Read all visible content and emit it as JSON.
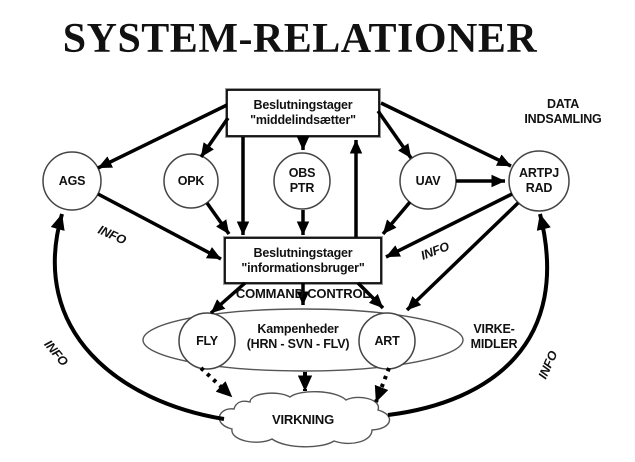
{
  "title": "SYSTEM-RELATIONER",
  "boxes": {
    "decision_maker_top": "Beslutningstager\n\"middelindsætter\"",
    "decision_maker_mid": "Beslutningstager\n\"informationsbruger\""
  },
  "sensors": {
    "ags": "AGS",
    "opk": "OPK",
    "obs_ptr": "OBS\nPTR",
    "uav": "UAV",
    "artpj_rad": "ARTPJ\nRAD"
  },
  "units": {
    "fly": "FLY",
    "art": "ART",
    "kampenheder": "Kampenheder\n(HRN - SVN - FLV)"
  },
  "effect": {
    "virkning": "VIRKNING"
  },
  "annotations": {
    "data_indsamling": "DATA\nINDSAMLING",
    "command_control": "COMMAND CONTROL",
    "virkemidler": "VIRKE-\nMIDLER",
    "info_ags_to_box": "INFO",
    "info_artpj_to_box": "INFO",
    "info_left_curve": "INFO",
    "info_right_curve": "INFO"
  },
  "colors": {
    "ink": "#000000",
    "outline": "#444444",
    "background": "#ffffff"
  }
}
